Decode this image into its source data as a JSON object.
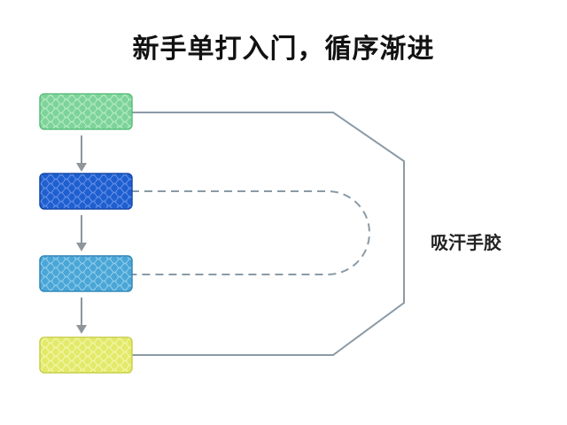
{
  "title": "新手单打入门，循序渐进",
  "side_label": "吸汗手胶",
  "grips": [
    {
      "name": "green-grip",
      "color": "#7ed39a",
      "edge": "#5bbf7d",
      "pattern": "#b4ecc4"
    },
    {
      "name": "blue-grip",
      "color": "#1f5fcf",
      "edge": "#1748a8",
      "pattern": "#5f8fe6"
    },
    {
      "name": "light-blue-grip",
      "color": "#4aa6d6",
      "edge": "#3287b8",
      "pattern": "#8ccbea"
    },
    {
      "name": "yellow-grip",
      "color": "#e3ea6a",
      "edge": "#c9d04d",
      "pattern": "#f3f6aa"
    }
  ],
  "line_color": "#8a9aa6",
  "arrow_color": "#8e969c"
}
